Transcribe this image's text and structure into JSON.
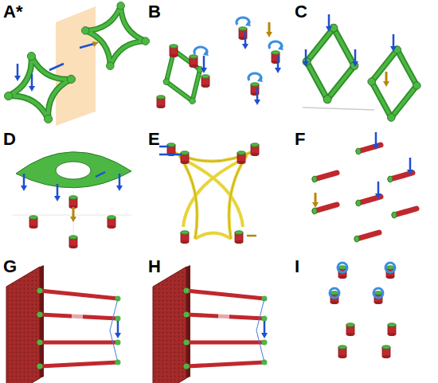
{
  "diagram": {
    "labels": [
      "A*",
      "B",
      "C",
      "D",
      "E",
      "F",
      "G",
      "H",
      "I"
    ]
  }
}
